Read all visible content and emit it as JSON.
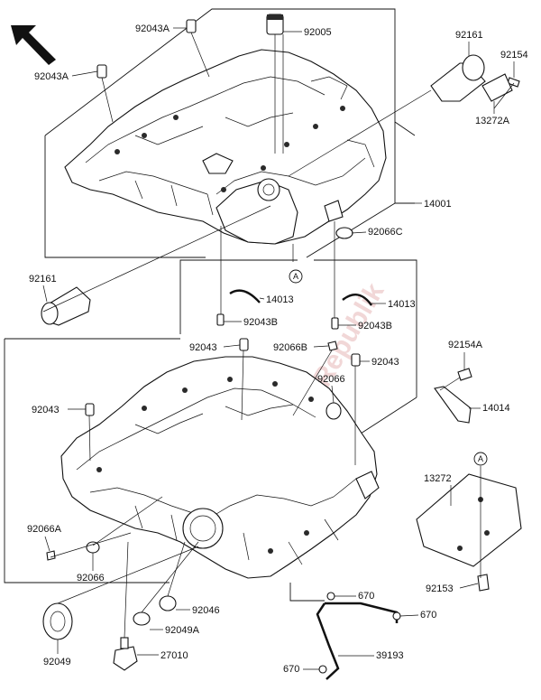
{
  "labels": {
    "p92043A_1": "92043A",
    "p92005": "92005",
    "p92161_top": "92161",
    "p92154": "92154",
    "p92043A_2": "92043A",
    "p13272A": "13272A",
    "p14001": "14001",
    "p92066C": "92066C",
    "p92161_left": "92161",
    "p14013_a": "14013",
    "p14013_b": "14013",
    "p92043B_a": "92043B",
    "p92043B_b": "92043B",
    "p92043_a": "92043",
    "p92066B": "92066B",
    "p92043_b": "92043",
    "p92154A": "92154A",
    "p92066": "92066",
    "p92043_c": "92043",
    "p14014": "14014",
    "p13272": "13272",
    "p92066A": "92066A",
    "p92066_b": "92066",
    "p92153": "92153",
    "p92046": "92046",
    "p670_a": "670",
    "p670_b": "670",
    "p92049A": "92049A",
    "p92049": "92049",
    "p27010": "27010",
    "p39193": "39193",
    "p670_c": "670",
    "refA_1": "A",
    "refA_2": "A"
  },
  "watermark": "PartsRepublik",
  "icons": {
    "direction": "front-arrow-icon"
  }
}
